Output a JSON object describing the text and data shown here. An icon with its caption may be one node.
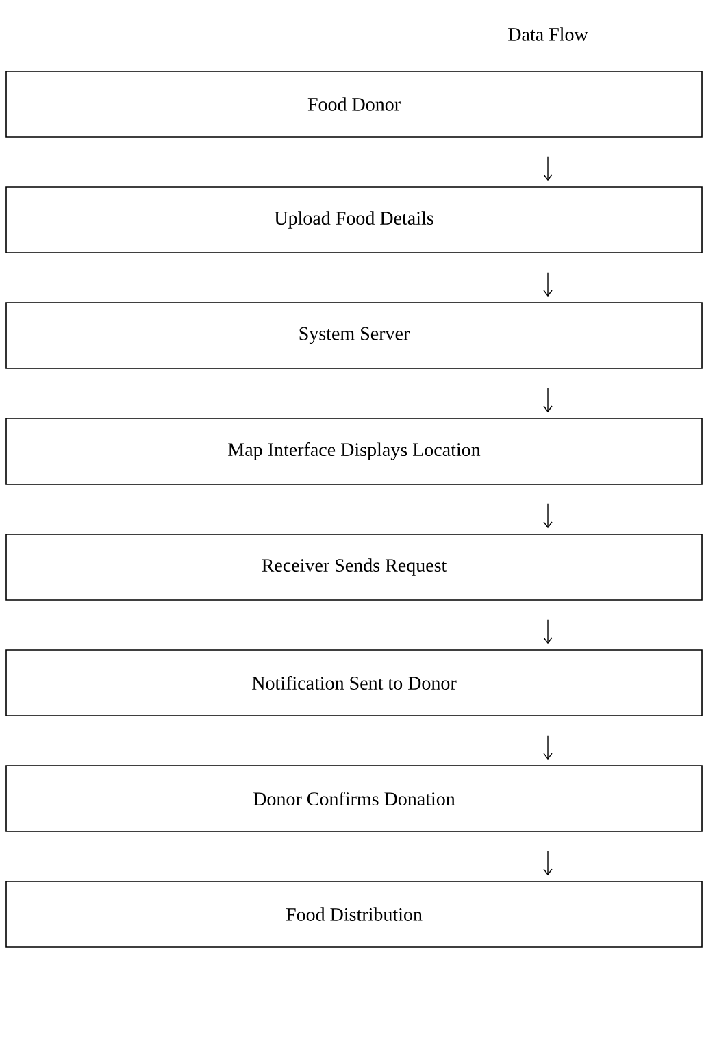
{
  "diagram": {
    "title": "Data Flow",
    "nodes": [
      {
        "text": [
          "Food Donor"
        ]
      },
      {
        "text": [
          "Upload Food Details"
        ]
      },
      {
        "text": [
          "System Server"
        ]
      },
      {
        "text": [
          "Map Interface Displays Location"
        ]
      },
      {
        "text": [
          "Receiver Sends Request"
        ]
      },
      {
        "text": [
          "Notification Sent to Donor"
        ]
      },
      {
        "text": [
          "Donor Confirms Donation"
        ]
      },
      {
        "text": [
          "Food Distribution"
        ]
      }
    ],
    "edges": [
      {
        "from": 0,
        "to": 1,
        "arrow": "to"
      },
      {
        "from": 1,
        "to": 2,
        "arrow": "to"
      },
      {
        "from": 2,
        "to": 3,
        "arrow": "to"
      },
      {
        "from": 3,
        "to": 4,
        "arrow": "to"
      },
      {
        "from": 4,
        "to": 5,
        "arrow": "to"
      },
      {
        "from": 5,
        "to": 6,
        "arrow": "to"
      },
      {
        "from": 6,
        "to": 7,
        "arrow": "to"
      }
    ]
  }
}
